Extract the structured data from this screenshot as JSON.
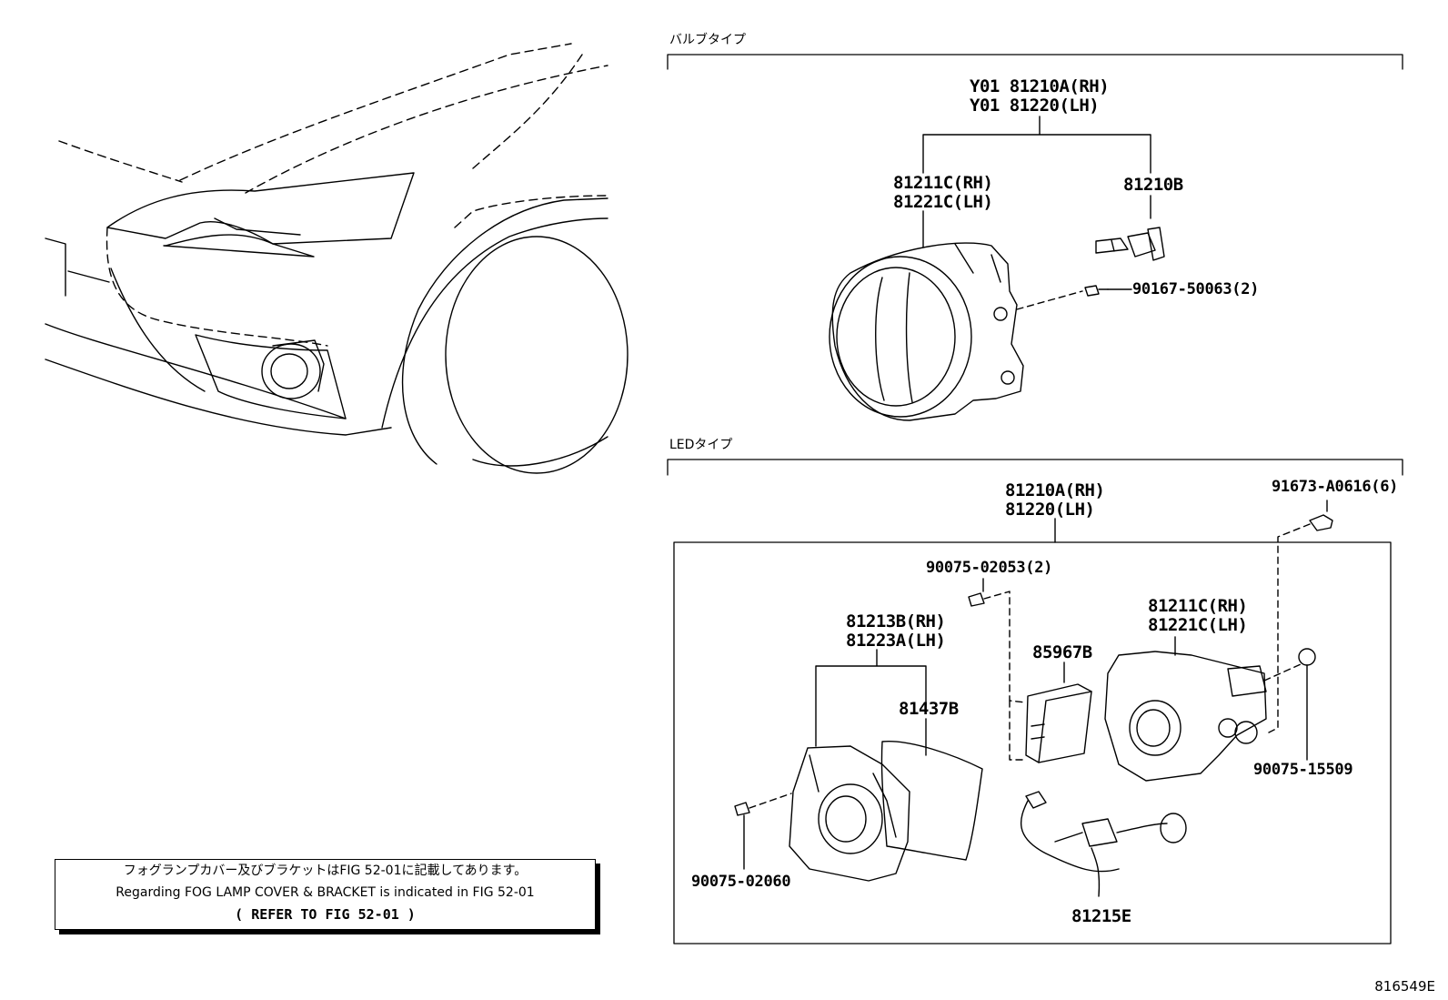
{
  "sections": {
    "bulb_type": "バルブタイプ",
    "led_type": "LEDタイプ"
  },
  "bulb_parts": {
    "assy_rh": "Y01 81210A(RH)",
    "assy_lh": "Y01 81220(LH)",
    "unit_rh": "81211C(RH)",
    "unit_lh": "81221C(LH)",
    "bulb": "81210B",
    "screw": "90167-50063(2)"
  },
  "led_parts": {
    "assy_rh": "81210A(RH)",
    "assy_lh": "81220(LH)",
    "clip": "91673-A0616(6)",
    "screw_upper": "90075-02053(2)",
    "cover_rh": "81213B(RH)",
    "cover_lh": "81223A(LH)",
    "gasket": "81437B",
    "module": "85967B",
    "unit_rh": "81211C(RH)",
    "unit_lh": "81221C(LH)",
    "grommet": "90075-15509",
    "screw_lower": "90075-02060",
    "wire": "81215E"
  },
  "note": {
    "line_jp": "フォグランプカバー及びブラケットはFIG 52-01に記載してあります。",
    "line_en": "Regarding FOG LAMP COVER & BRACKET is indicated in FIG 52-01",
    "line_ref": "(  REFER TO FIG 52-01  )"
  },
  "figure_id": "816549E"
}
